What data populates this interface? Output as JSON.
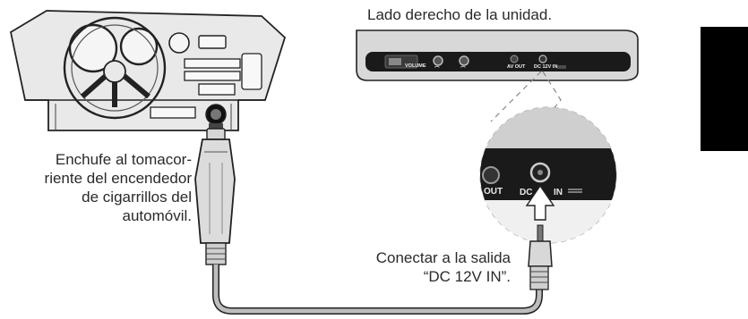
{
  "labels": {
    "top": "Lado derecho de la unidad.",
    "left": [
      "Enchufe al tomacor-",
      "riente del encendedor",
      "de cigarrillos del",
      "automóvil."
    ],
    "bottom": [
      "Conectar a la salida",
      "“DC 12V IN”."
    ]
  },
  "device_panel": {
    "volume": "VOLUME",
    "av_out": "AV OUT",
    "dc_in": "DC 12V IN"
  },
  "zoom": {
    "out": "OUT",
    "dc_prefix": "DC",
    "in": "IN"
  }
}
